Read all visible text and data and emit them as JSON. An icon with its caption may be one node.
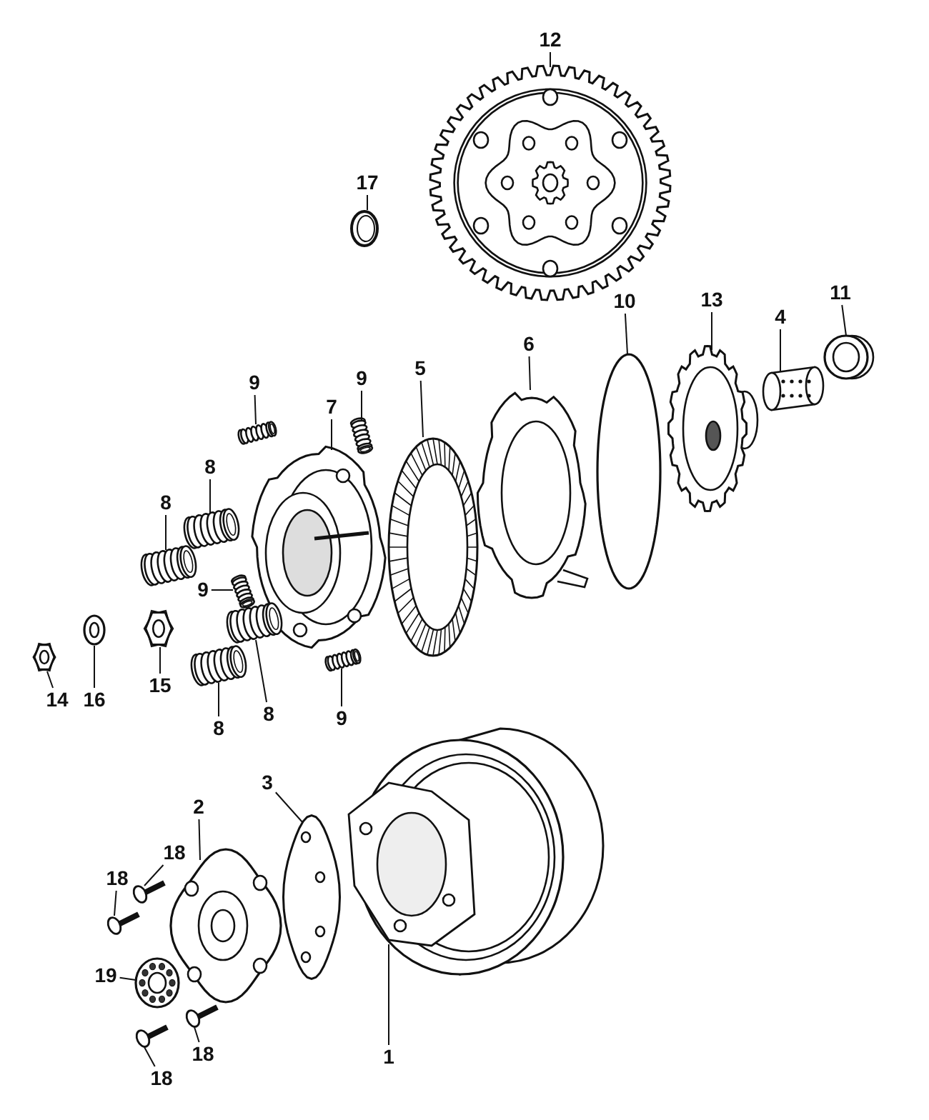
{
  "diagram": {
    "nodes": [
      {
        "text": [
          "12"
        ]
      },
      {
        "text": [],
        "shape": "picture"
      },
      {
        "text": [
          "17"
        ]
      },
      {
        "text": [],
        "shape": "picture"
      },
      {
        "text": [
          "11"
        ]
      },
      {
        "text": [],
        "shape": "picture"
      },
      {
        "text": [
          "13"
        ]
      },
      {
        "text": [],
        "shape": "picture"
      },
      {
        "text": [
          "10"
        ]
      },
      {
        "text": [],
        "shape": "picture"
      },
      {
        "text": [
          "6"
        ]
      },
      {
        "text": [],
        "shape": "picture"
      },
      {
        "text": [
          "4"
        ]
      },
      {
        "text": [],
        "shape": "picture"
      },
      {
        "text": [
          "5"
        ]
      },
      {
        "text": [],
        "shape": "picture"
      },
      {
        "text": [
          "9"
        ]
      },
      {
        "text": [],
        "shape": "picture"
      },
      {
        "text": [
          "9"
        ]
      },
      {
        "text": [],
        "shape": "picture"
      },
      {
        "text": [
          "7"
        ]
      },
      {
        "text": [],
        "shape": "picture"
      },
      {
        "text": [
          "8"
        ]
      },
      {
        "text": [],
        "shape": "picture"
      },
      {
        "text": [
          "8"
        ]
      },
      {
        "text": [],
        "shape": "picture"
      },
      {
        "text": [
          "9"
        ]
      },
      {
        "text": [],
        "shape": "picture"
      },
      {
        "text": [
          "15"
        ]
      },
      {
        "text": [],
        "shape": "picture"
      },
      {
        "text": [
          "14"
        ]
      },
      {
        "text": [],
        "shape": "picture"
      },
      {
        "text": [
          "16"
        ]
      },
      {
        "text": [],
        "shape": "picture"
      },
      {
        "text": [
          "8"
        ]
      },
      {
        "text": [],
        "shape": "picture"
      },
      {
        "text": [
          "9"
        ]
      },
      {
        "text": [],
        "shape": "picture"
      },
      {
        "text": [
          "8"
        ]
      },
      {
        "text": [],
        "shape": "picture"
      },
      {
        "text": [
          "3"
        ]
      },
      {
        "text": [],
        "shape": "picture"
      },
      {
        "text": [
          "2"
        ]
      },
      {
        "text": [],
        "shape": "picture"
      },
      {
        "text": [
          "18"
        ]
      },
      {
        "text": [],
        "shape": "picture"
      },
      {
        "text": [
          "18"
        ]
      },
      {
        "text": [],
        "shape": "picture"
      },
      {
        "text": [
          "19"
        ]
      },
      {
        "text": [],
        "shape": "picture"
      },
      {
        "text": [
          "18"
        ]
      },
      {
        "text": [],
        "shape": "picture"
      },
      {
        "text": [
          "1"
        ]
      },
      {
        "text": [],
        "shape": "picture"
      },
      {
        "text": [
          "18"
        ]
      },
      {
        "text": [],
        "shape": "picture"
      }
    ],
    "edges": [
      {
        "from": 0,
        "to": 1,
        "arrow": "none"
      },
      {
        "from": 2,
        "to": 3,
        "arrow": "none"
      },
      {
        "from": 4,
        "to": 5,
        "arrow": "none"
      },
      {
        "from": 6,
        "to": 7,
        "arrow": "none"
      },
      {
        "from": 8,
        "to": 9,
        "arrow": "none"
      },
      {
        "from": 10,
        "to": 11,
        "arrow": "none"
      },
      {
        "from": 12,
        "to": 13,
        "arrow": "none"
      },
      {
        "from": 14,
        "to": 15,
        "arrow": "none"
      },
      {
        "from": 16,
        "to": 17,
        "arrow": "none"
      },
      {
        "from": 18,
        "to": 19,
        "arrow": "none"
      },
      {
        "from": 20,
        "to": 21,
        "arrow": "none"
      },
      {
        "from": 22,
        "to": 23,
        "arrow": "none"
      },
      {
        "from": 24,
        "to": 25,
        "arrow": "none"
      },
      {
        "from": 26,
        "to": 27,
        "arrow": "none"
      },
      {
        "from": 28,
        "to": 29,
        "arrow": "none"
      },
      {
        "from": 30,
        "to": 31,
        "arrow": "none"
      },
      {
        "from": 32,
        "to": 33,
        "arrow": "none"
      },
      {
        "from": 34,
        "to": 35,
        "arrow": "none"
      },
      {
        "from": 36,
        "to": 37,
        "arrow": "none"
      },
      {
        "from": 38,
        "to": 39,
        "arrow": "none"
      },
      {
        "from": 40,
        "to": 41,
        "arrow": "none"
      },
      {
        "from": 42,
        "to": 43,
        "arrow": "none"
      },
      {
        "from": 44,
        "to": 45,
        "arrow": "none"
      },
      {
        "from": 46,
        "to": 47,
        "arrow": "none"
      },
      {
        "from": 48,
        "to": 49,
        "arrow": "none"
      },
      {
        "from": 50,
        "to": 51,
        "arrow": "none"
      },
      {
        "from": 52,
        "to": 53,
        "arrow": "none"
      },
      {
        "from": 54,
        "to": 55,
        "arrow": "none"
      }
    ]
  }
}
